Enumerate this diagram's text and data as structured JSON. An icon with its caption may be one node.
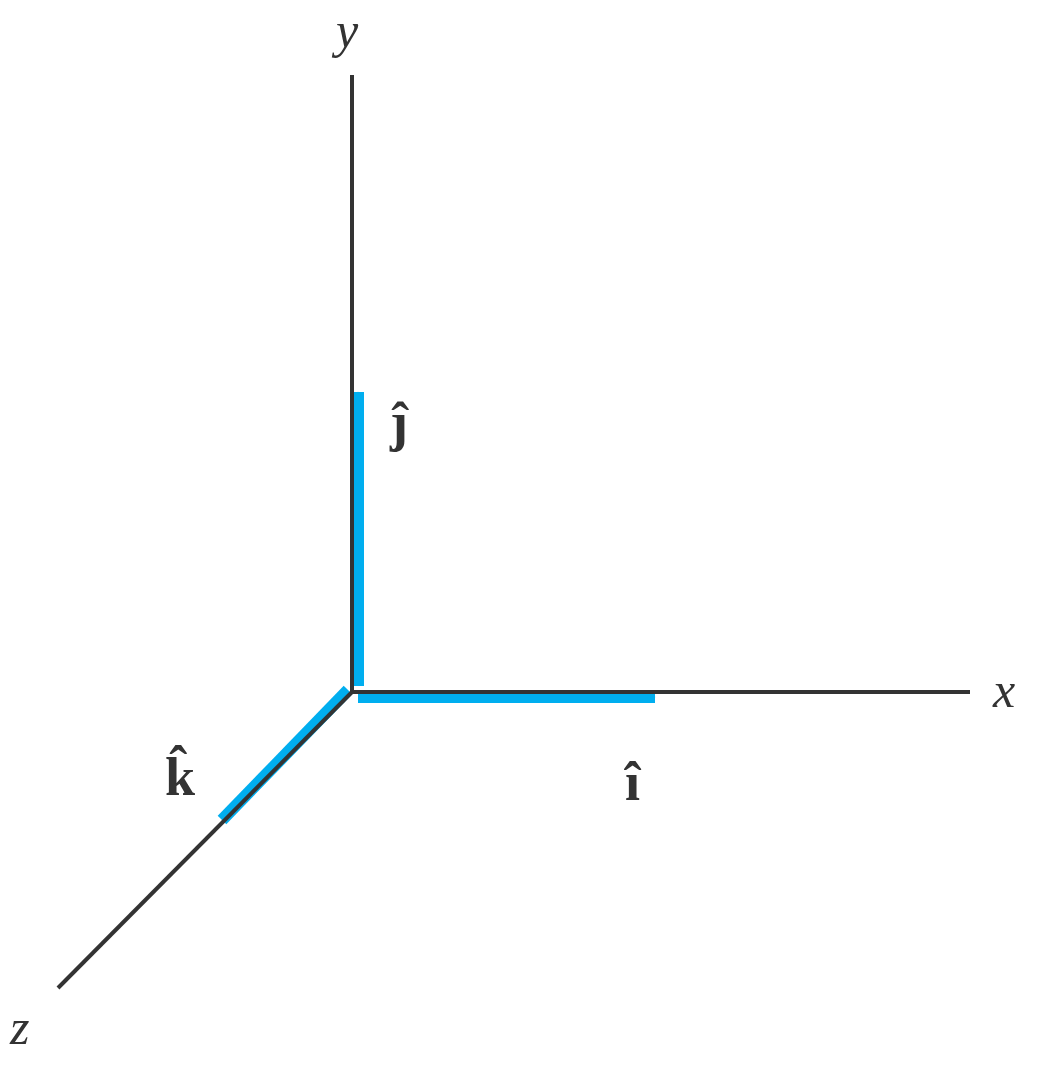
{
  "diagram": {
    "labels": [
      "y",
      "ĵ",
      "x",
      "k̂",
      "î",
      "z"
    ]
  }
}
